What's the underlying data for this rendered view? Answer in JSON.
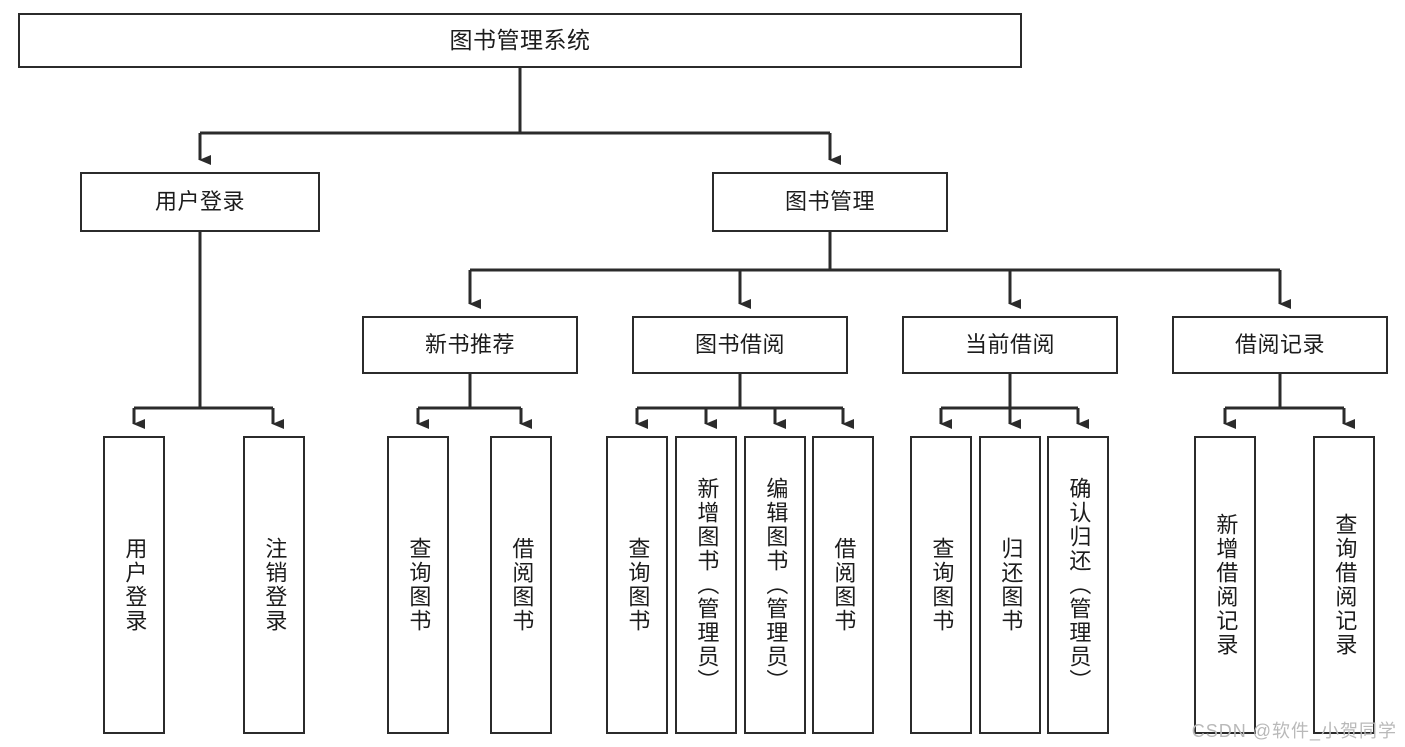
{
  "diagram": {
    "type": "tree-hierarchy",
    "title": "图书管理系统",
    "watermark": "CSDN @软件_小贺同学",
    "colors": {
      "box_border": "#2b2b2b",
      "box_fill": "#ffffff",
      "connector": "#2b2b2b",
      "text": "#1c1c1c",
      "watermark": "#b9b9b9",
      "background": "#ffffff"
    },
    "nodes": {
      "root": {
        "label": "图书管理系统"
      },
      "level1": [
        {
          "id": "user-login",
          "label": "用户登录"
        },
        {
          "id": "book-manage",
          "label": "图书管理"
        }
      ],
      "level2": [
        {
          "id": "new-book-recommend",
          "label": "新书推荐"
        },
        {
          "id": "book-borrow",
          "label": "图书借阅"
        },
        {
          "id": "current-borrow",
          "label": "当前借阅"
        },
        {
          "id": "borrow-record",
          "label": "借阅记录"
        }
      ],
      "leaves": {
        "user-login": [
          {
            "id": "leaf-user-login",
            "label": "用户登录"
          },
          {
            "id": "leaf-logout",
            "label": "注销登录"
          }
        ],
        "new-book-recommend": [
          {
            "id": "leaf-query-book-1",
            "label": "查询图书"
          },
          {
            "id": "leaf-borrow-book-1",
            "label": "借阅图书"
          }
        ],
        "book-borrow": [
          {
            "id": "leaf-query-book-2",
            "label": "查询图书"
          },
          {
            "id": "leaf-add-book",
            "label": "新增图书（管理员）"
          },
          {
            "id": "leaf-edit-book",
            "label": "编辑图书（管理员）"
          },
          {
            "id": "leaf-borrow-book-2",
            "label": "借阅图书"
          }
        ],
        "current-borrow": [
          {
            "id": "leaf-query-book-3",
            "label": "查询图书"
          },
          {
            "id": "leaf-return-book",
            "label": "归还图书"
          },
          {
            "id": "leaf-confirm-return",
            "label": "确认归还（管理员）"
          }
        ],
        "borrow-record": [
          {
            "id": "leaf-add-record",
            "label": "新增借阅记录"
          },
          {
            "id": "leaf-query-record",
            "label": "查询借阅记录"
          }
        ]
      }
    }
  }
}
